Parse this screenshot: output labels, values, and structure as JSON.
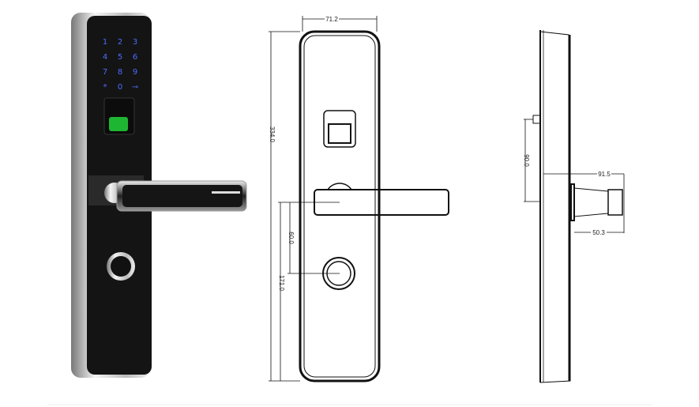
{
  "product_photo": {
    "keypad_keys": [
      "1",
      "2",
      "3",
      "4",
      "5",
      "6",
      "7",
      "8",
      "9",
      "*",
      "0",
      "key"
    ],
    "colors": {
      "body": "#151515",
      "frame": "#c8c8c8",
      "keypad": "#4a6cff",
      "fingerprint": "#22d43a"
    }
  },
  "front_view": {
    "width_label": "71.2",
    "height_label": "334.0",
    "handle_to_cylinder_label": "60.0",
    "handle_to_bottom_label": "171.0"
  },
  "side_view": {
    "spacing_label": "90.0",
    "depth_label": "91.5",
    "handle_depth_label": "50.3"
  }
}
